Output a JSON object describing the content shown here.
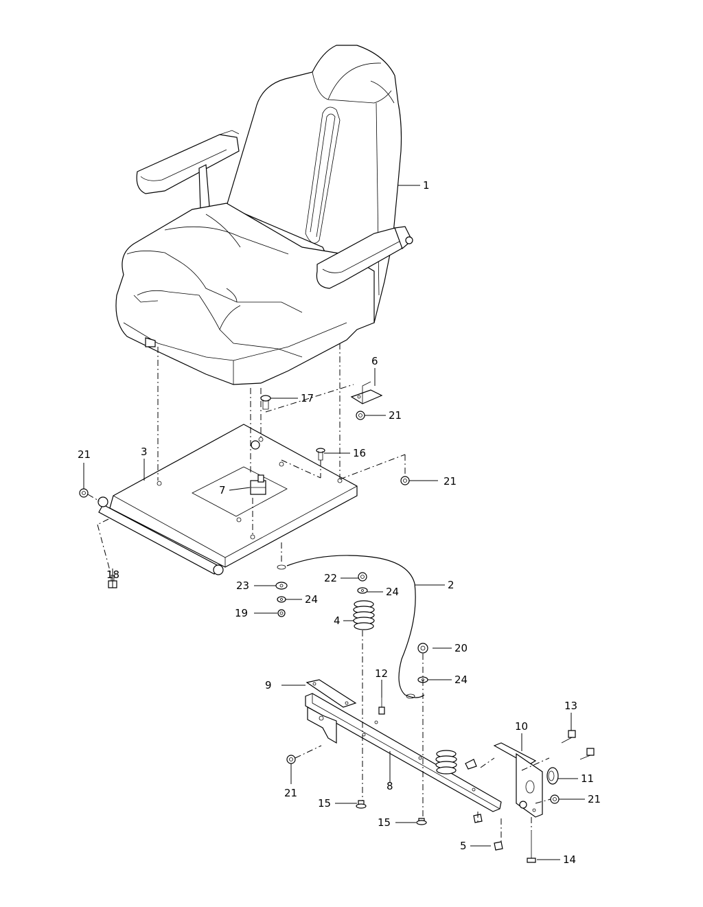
{
  "callouts": [
    {
      "id": "c1",
      "label": "1"
    },
    {
      "id": "c2",
      "label": "2"
    },
    {
      "id": "c3",
      "label": "3"
    },
    {
      "id": "c4",
      "label": "4"
    },
    {
      "id": "c5",
      "label": "5"
    },
    {
      "id": "c6",
      "label": "6"
    },
    {
      "id": "c7",
      "label": "7"
    },
    {
      "id": "c8",
      "label": "8"
    },
    {
      "id": "c9",
      "label": "9"
    },
    {
      "id": "c10",
      "label": "10"
    },
    {
      "id": "c11",
      "label": "11"
    },
    {
      "id": "c12",
      "label": "12"
    },
    {
      "id": "c13",
      "label": "13"
    },
    {
      "id": "c14",
      "label": "14"
    },
    {
      "id": "c15a",
      "label": "15"
    },
    {
      "id": "c15b",
      "label": "15"
    },
    {
      "id": "c16",
      "label": "16"
    },
    {
      "id": "c17",
      "label": "17"
    },
    {
      "id": "c18",
      "label": "18"
    },
    {
      "id": "c19",
      "label": "19"
    },
    {
      "id": "c20",
      "label": "20"
    },
    {
      "id": "c21a",
      "label": "21"
    },
    {
      "id": "c21b",
      "label": "21"
    },
    {
      "id": "c21c",
      "label": "21"
    },
    {
      "id": "c21d",
      "label": "21"
    },
    {
      "id": "c21e",
      "label": "21"
    },
    {
      "id": "c22",
      "label": "22"
    },
    {
      "id": "c23",
      "label": "23"
    },
    {
      "id": "c24a",
      "label": "24"
    },
    {
      "id": "c24b",
      "label": "24"
    },
    {
      "id": "c24c",
      "label": "24"
    }
  ]
}
